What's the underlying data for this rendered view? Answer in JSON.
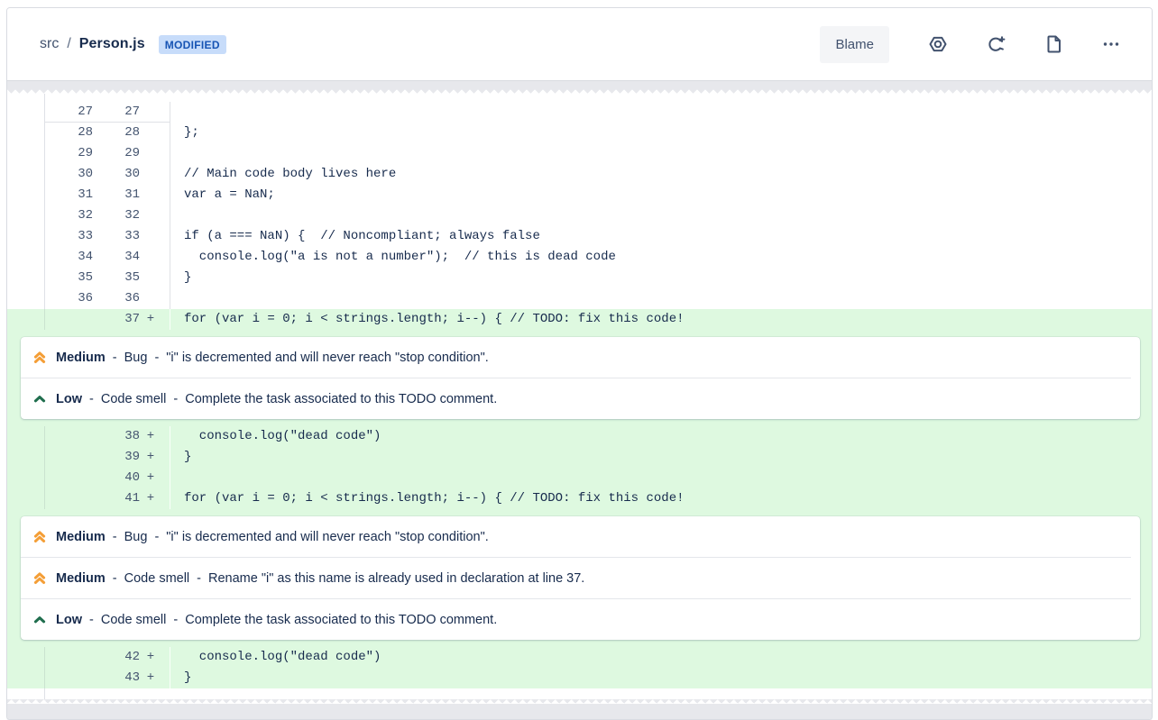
{
  "header": {
    "path": "src",
    "separator": "/",
    "filename": "Person.js",
    "badge": "MODIFIED",
    "blame_label": "Blame",
    "icons": [
      "settings-nut-icon",
      "refresh-add-icon",
      "file-document-icon",
      "more-options-icon"
    ]
  },
  "colors": {
    "added_line_bg": "#def9e0",
    "badge_bg": "#c7dcfa",
    "badge_text": "#1754b4",
    "severity_medium": "#f49e36",
    "severity_low": "#206e4e",
    "icon": "#42526e"
  },
  "diff": {
    "added_marker": "+",
    "annotation_separator": "-",
    "rows": [
      {
        "type": "context",
        "old": "27",
        "new": "27",
        "code": "",
        "hunk_boundary": true
      },
      {
        "type": "context",
        "old": "28",
        "new": "28",
        "code": "};"
      },
      {
        "type": "context",
        "old": "29",
        "new": "29",
        "code": ""
      },
      {
        "type": "context",
        "old": "30",
        "new": "30",
        "code": "// Main code body lives here"
      },
      {
        "type": "context",
        "old": "31",
        "new": "31",
        "code": "var a = NaN;"
      },
      {
        "type": "context",
        "old": "32",
        "new": "32",
        "code": ""
      },
      {
        "type": "context",
        "old": "33",
        "new": "33",
        "code": "if (a === NaN) {  // Noncompliant; always false"
      },
      {
        "type": "context",
        "old": "34",
        "new": "34",
        "code": "  console.log(\"a is not a number\");  // this is dead code"
      },
      {
        "type": "context",
        "old": "35",
        "new": "35",
        "code": "}"
      },
      {
        "type": "context",
        "old": "36",
        "new": "36",
        "code": ""
      },
      {
        "type": "added",
        "new": "37",
        "code": "for (var i = 0; i < strings.length; i--) { // TODO: fix this code!"
      },
      {
        "type": "annotations",
        "items": [
          {
            "severity": "Medium",
            "level": "medium",
            "category": "Bug",
            "message": "\"i\" is decremented and will never reach \"stop condition\"."
          },
          {
            "severity": "Low",
            "level": "low",
            "category": "Code smell",
            "message": "Complete the task associated to this TODO comment."
          }
        ]
      },
      {
        "type": "added",
        "new": "38",
        "code": "  console.log(\"dead code\")"
      },
      {
        "type": "added",
        "new": "39",
        "code": "}"
      },
      {
        "type": "added",
        "new": "40",
        "code": ""
      },
      {
        "type": "added",
        "new": "41",
        "code": "for (var i = 0; i < strings.length; i--) { // TODO: fix this code!"
      },
      {
        "type": "annotations",
        "items": [
          {
            "severity": "Medium",
            "level": "medium",
            "category": "Bug",
            "message": "\"i\" is decremented and will never reach \"stop condition\"."
          },
          {
            "severity": "Medium",
            "level": "medium",
            "category": "Code smell",
            "message": "Rename \"i\" as this name is already used in declaration at line 37."
          },
          {
            "severity": "Low",
            "level": "low",
            "category": "Code smell",
            "message": "Complete the task associated to this TODO comment."
          }
        ]
      },
      {
        "type": "added",
        "new": "42",
        "code": "  console.log(\"dead code\")"
      },
      {
        "type": "added",
        "new": "43",
        "code": "}"
      }
    ]
  }
}
